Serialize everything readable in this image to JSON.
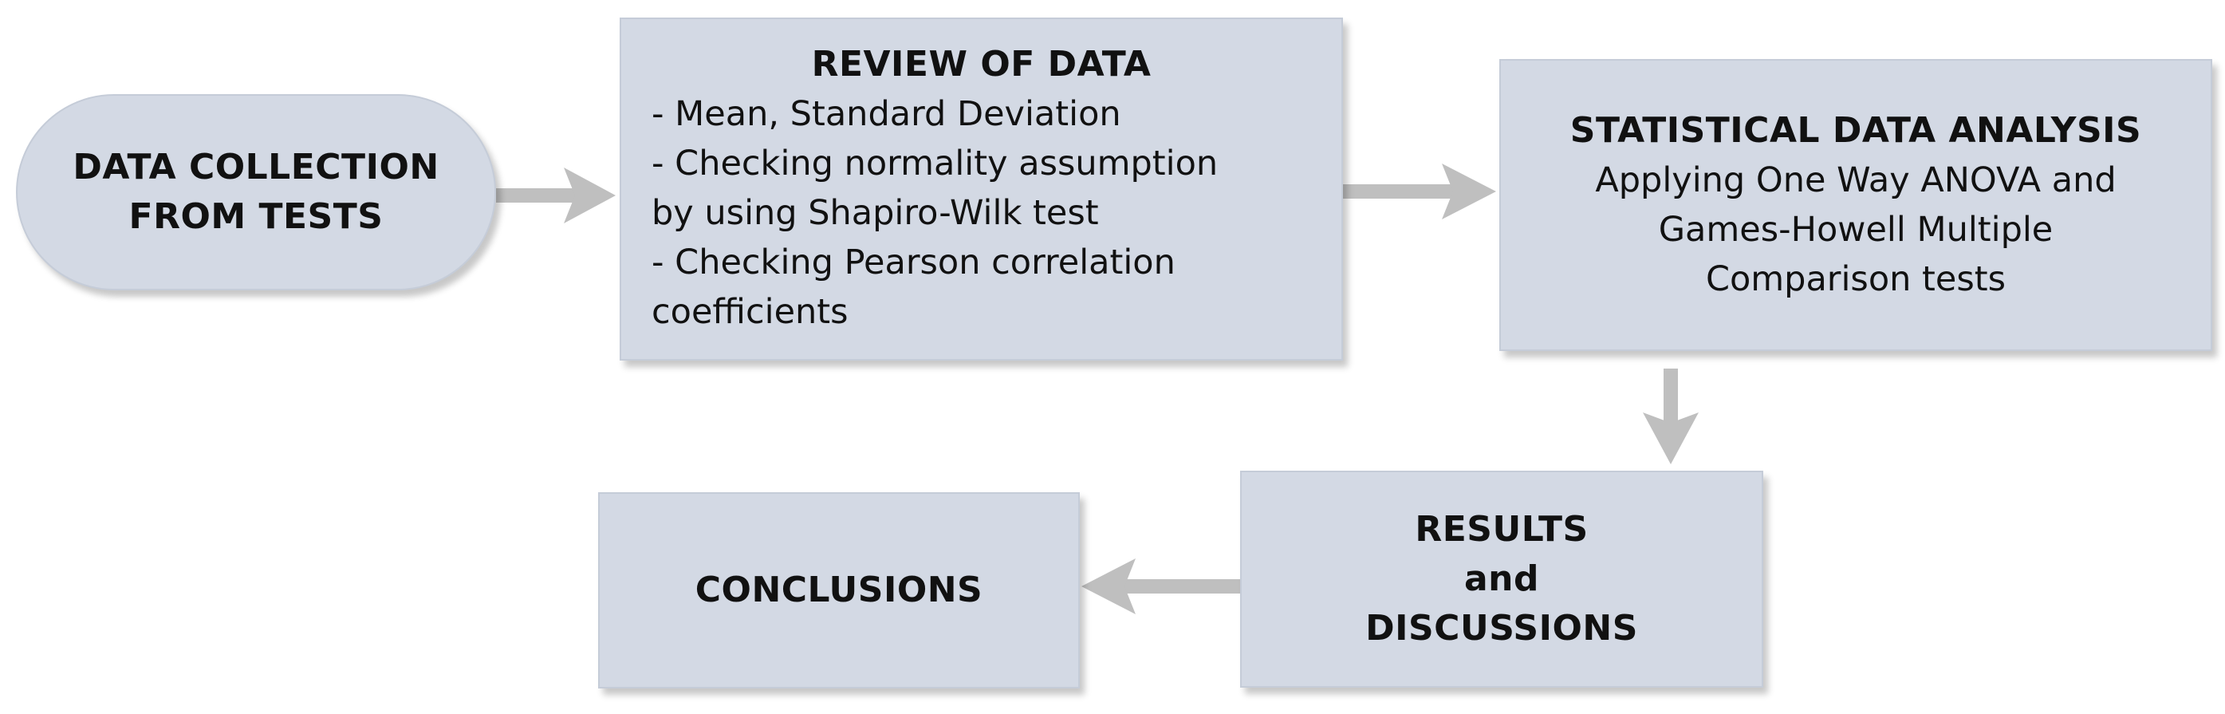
{
  "nodes": {
    "collection": {
      "title_lines": [
        "DATA COLLECTION",
        "FROM TESTS"
      ]
    },
    "review": {
      "title": "REVIEW OF DATA",
      "lines": [
        "- Mean, Standard Deviation",
        "- Checking normality assumption",
        "by using Shapiro-Wilk test",
        "- Checking Pearson correlation",
        "coefficients"
      ]
    },
    "analysis": {
      "title": "STATISTICAL DATA ANALYSIS",
      "lines": [
        "Applying One Way ANOVA and",
        "Games-Howell Multiple",
        "Comparison tests"
      ]
    },
    "results": {
      "title_lines": [
        "RESULTS",
        "and",
        "DISCUSSIONS"
      ]
    },
    "conclusions": {
      "title": "CONCLUSIONS"
    }
  },
  "colors": {
    "box_fill": "#d3d9e4",
    "arrow": "#bfbfbf"
  }
}
